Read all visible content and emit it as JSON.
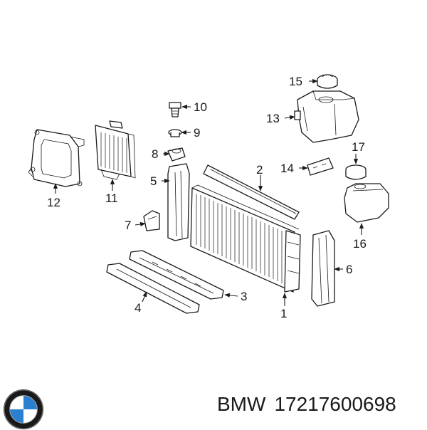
{
  "callouts": {
    "c1": "1",
    "c2": "2",
    "c3": "3",
    "c4": "4",
    "c5": "5",
    "c6": "6",
    "c7": "7",
    "c8": "8",
    "c9": "9",
    "c10": "10",
    "c11": "11",
    "c12": "12",
    "c13": "13",
    "c14": "14",
    "c15": "15",
    "c16": "16",
    "c17": "17"
  },
  "footer": {
    "brand": "BMW",
    "part_number": "17217600698"
  },
  "logo": {
    "icon": "bmw-roundel-icon",
    "colors": {
      "blue": "#2a7fd0",
      "ring": "#1a1a1a",
      "white": "#ffffff"
    }
  }
}
